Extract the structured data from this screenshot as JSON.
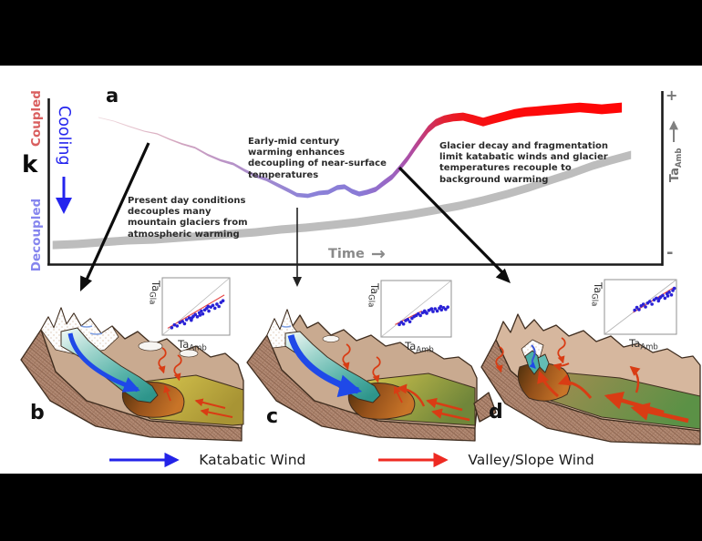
{
  "panel_a": {
    "label": "a",
    "axis": {
      "k_label": "k",
      "coupled": "Coupled",
      "decoupled": "Decoupled",
      "cooling": "Cooling",
      "time": "Time",
      "time_arrow": "→",
      "right_axis_main": "Ta",
      "right_axis_sub": "Amb",
      "plus": "+",
      "minus": "-"
    },
    "annotations": {
      "present_day": [
        "Present day conditions",
        "decouples many",
        "mountain glaciers from",
        "atmospheric warming"
      ],
      "early_mid": [
        "Early-mid century",
        "warming enhances",
        "decoupling of near-surface",
        "temperatures"
      ],
      "glacier_decay": [
        "Glacier decay and fragmentation",
        "limit katabatic winds and glacier",
        "temperatures recouple to",
        "background warming"
      ]
    }
  },
  "panels": {
    "b": {
      "label": "b"
    },
    "c": {
      "label": "c"
    },
    "d": {
      "label": "d"
    },
    "inset_ylabel_main": "Ta",
    "inset_ylabel_sub": "Gla",
    "inset_xlabel_main": "Ta",
    "inset_xlabel_sub": "Amb"
  },
  "legend": {
    "katabatic": "Katabatic Wind",
    "valley_slope": "Valley/Slope Wind",
    "katabatic_color": "#2323e8",
    "valley_color": "#ee2a22"
  },
  "colors": {
    "coupled_label": "#d95f5f",
    "decoupled_label": "#8585ee",
    "cooling_label": "#2424ee",
    "ambient_band": "#bdbdbd",
    "axis_gray": "#808080",
    "curve_red_end": "#ff0505",
    "curve_purple_dip": "#8a7ad6"
  },
  "chart_data": [
    {
      "id": "k_curve",
      "type": "line",
      "title": "Glacier near-surface coupling k vs time (thickness grows with warming; color white/pink to purple to red)",
      "xlabel": "Time",
      "ylabel": "k (Decoupled bottom to Coupled top)",
      "points": [
        [
          7.9,
          87.4,
          0.5
        ],
        [
          10.4,
          85.2,
          0.5
        ],
        [
          13,
          81.9,
          0.6
        ],
        [
          15.4,
          79.1,
          0.6
        ],
        [
          17.5,
          77.5,
          0.7
        ],
        [
          19.6,
          74.2,
          0.8
        ],
        [
          21.6,
          71.4,
          1.0
        ],
        [
          23.7,
          69.2,
          1.1
        ],
        [
          25.8,
          64.8,
          1.3
        ],
        [
          27.9,
          61.5,
          1.4
        ],
        [
          30,
          59.3,
          1.6
        ],
        [
          31.8,
          55.5,
          1.8
        ],
        [
          33.6,
          52.2,
          1.9
        ],
        [
          35.4,
          50,
          2.1
        ],
        [
          37.2,
          46.7,
          2.3
        ],
        [
          39,
          43.4,
          2.4
        ],
        [
          40.4,
          40.7,
          2.5
        ],
        [
          42.2,
          40.1,
          2.6
        ],
        [
          44,
          41.8,
          2.7
        ],
        [
          45.5,
          42.3,
          2.8
        ],
        [
          47,
          45.1,
          2.9
        ],
        [
          48.2,
          45.6,
          2.9
        ],
        [
          49.4,
          42.9,
          3.0
        ],
        [
          50.6,
          41.2,
          3.0
        ],
        [
          51.9,
          42.3,
          3.1
        ],
        [
          53.3,
          44,
          3.2
        ],
        [
          54.6,
          47.8,
          3.4
        ],
        [
          56,
          51.6,
          3.5
        ],
        [
          57.3,
          57.1,
          3.6
        ],
        [
          58.5,
          62.6,
          3.8
        ],
        [
          59.7,
          69.2,
          4.0
        ],
        [
          60.9,
          75.3,
          4.1
        ],
        [
          61.9,
          80.2,
          4.3
        ],
        [
          63.1,
          84.1,
          4.5
        ],
        [
          64.5,
          86.3,
          4.6
        ],
        [
          66,
          87.4,
          4.8
        ],
        [
          67.6,
          87.9,
          4.9
        ],
        [
          69.3,
          86.3,
          5.1
        ],
        [
          70.9,
          84.6,
          5.2
        ],
        [
          72.5,
          86.3,
          5.3
        ],
        [
          74.2,
          87.9,
          5.4
        ],
        [
          76,
          89.6,
          5.5
        ],
        [
          77.8,
          90.7,
          5.5
        ],
        [
          79.6,
          91.2,
          5.6
        ],
        [
          81.3,
          91.8,
          5.7
        ],
        [
          83.1,
          92.3,
          5.7
        ],
        [
          84.9,
          92.9,
          5.8
        ],
        [
          86.7,
          93.4,
          5.8
        ],
        [
          88.5,
          92.9,
          5.9
        ],
        [
          90.3,
          92.3,
          5.9
        ],
        [
          92.1,
          92.9,
          6.0
        ],
        [
          93.6,
          93.4,
          6.0
        ]
      ],
      "gradient": [
        [
          "0%",
          "#f0dde0"
        ],
        [
          "6%",
          "#e6c4ce"
        ],
        [
          "14%",
          "#d6a8be"
        ],
        [
          "24%",
          "#bb94c6"
        ],
        [
          "33%",
          "#9f89d0"
        ],
        [
          "40%",
          "#8b82d8"
        ],
        [
          "50%",
          "#8a7ad6"
        ],
        [
          "56%",
          "#9a64c2"
        ],
        [
          "60%",
          "#b04ba0"
        ],
        [
          "63%",
          "#cb3468"
        ],
        [
          "66%",
          "#e12234"
        ],
        [
          "70%",
          "#f21418"
        ],
        [
          "78%",
          "#fc0b0b"
        ],
        [
          "100%",
          "#ff0505"
        ]
      ]
    },
    {
      "id": "ambient_band",
      "type": "line",
      "title": "Background ambient warming Ta_Amb (gray band, steadily rising)",
      "color": "#bdbdbd",
      "width": 5,
      "points": [
        [
          0.4,
          10.4
        ],
        [
          4.5,
          11
        ],
        [
          8.5,
          12.1
        ],
        [
          12.7,
          13.2
        ],
        [
          16.9,
          13.7
        ],
        [
          21,
          14.8
        ],
        [
          25.2,
          15.9
        ],
        [
          29.4,
          17
        ],
        [
          33.6,
          18.1
        ],
        [
          37.8,
          19.8
        ],
        [
          41.9,
          20.9
        ],
        [
          46.1,
          22.5
        ],
        [
          50.3,
          24.2
        ],
        [
          54.5,
          26.4
        ],
        [
          58.7,
          28.6
        ],
        [
          62.8,
          31.3
        ],
        [
          67,
          34.1
        ],
        [
          70.9,
          37.4
        ],
        [
          74.8,
          41.2
        ],
        [
          78.4,
          45.1
        ],
        [
          81.9,
          49.5
        ],
        [
          85.5,
          53.8
        ],
        [
          88.8,
          58.2
        ],
        [
          91.8,
          61.5
        ],
        [
          95.1,
          64.8
        ]
      ]
    },
    {
      "id": "inset_b",
      "type": "scatter",
      "panel": "b",
      "xlabel": "TaAmb",
      "ylabel": "TaGla",
      "one_to_one": true,
      "fit_line": [
        8,
        12,
        92,
        70
      ],
      "dot_color": "#2a22d6",
      "dots": [
        [
          14,
          13
        ],
        [
          18,
          18
        ],
        [
          22,
          16
        ],
        [
          26,
          22
        ],
        [
          30,
          24
        ],
        [
          33,
          20
        ],
        [
          36,
          27
        ],
        [
          40,
          30
        ],
        [
          43,
          26
        ],
        [
          46,
          33
        ],
        [
          49,
          36
        ],
        [
          52,
          32
        ],
        [
          55,
          39
        ],
        [
          58,
          42
        ],
        [
          60,
          37
        ],
        [
          63,
          44
        ],
        [
          66,
          47
        ],
        [
          69,
          42
        ],
        [
          72,
          49
        ],
        [
          75,
          52
        ],
        [
          78,
          47
        ],
        [
          81,
          54
        ],
        [
          84,
          50
        ],
        [
          87,
          57
        ],
        [
          90,
          60
        ],
        [
          56,
          35
        ],
        [
          44,
          30
        ],
        [
          68,
          50
        ]
      ]
    },
    {
      "id": "inset_c",
      "type": "scatter",
      "panel": "c",
      "xlabel": "TaAmb",
      "ylabel": "TaGla",
      "one_to_one": true,
      "fit_line": [
        20,
        22,
        58,
        46
      ],
      "dot_color": "#2a22d6",
      "dots": [
        [
          26,
          22
        ],
        [
          29,
          26
        ],
        [
          32,
          23
        ],
        [
          35,
          29
        ],
        [
          38,
          31
        ],
        [
          41,
          27
        ],
        [
          44,
          33
        ],
        [
          47,
          36
        ],
        [
          50,
          38
        ],
        [
          53,
          41
        ],
        [
          56,
          38
        ],
        [
          59,
          43
        ],
        [
          62,
          46
        ],
        [
          65,
          42
        ],
        [
          68,
          47
        ],
        [
          71,
          49
        ],
        [
          74,
          45
        ],
        [
          77,
          50
        ],
        [
          80,
          46
        ],
        [
          83,
          51
        ],
        [
          86,
          48
        ],
        [
          89,
          52
        ],
        [
          92,
          49
        ],
        [
          95,
          53
        ],
        [
          63,
          44
        ],
        [
          72,
          50
        ],
        [
          85,
          54
        ]
      ]
    },
    {
      "id": "inset_d",
      "type": "scatter",
      "panel": "d",
      "xlabel": "TaAmb",
      "ylabel": "TaGla",
      "one_to_one": true,
      "fit_line": [
        40,
        40,
        97,
        86
      ],
      "dot_color": "#2a22d6",
      "dots": [
        [
          42,
          44
        ],
        [
          45,
          49
        ],
        [
          48,
          45
        ],
        [
          51,
          52
        ],
        [
          54,
          55
        ],
        [
          57,
          50
        ],
        [
          60,
          57
        ],
        [
          63,
          60
        ],
        [
          66,
          55
        ],
        [
          69,
          63
        ],
        [
          72,
          66
        ],
        [
          75,
          61
        ],
        [
          78,
          68
        ],
        [
          81,
          71
        ],
        [
          84,
          66
        ],
        [
          87,
          74
        ],
        [
          90,
          77
        ],
        [
          93,
          72
        ],
        [
          95,
          80
        ],
        [
          97,
          84
        ],
        [
          76,
          65
        ],
        [
          88,
          70
        ]
      ]
    }
  ]
}
